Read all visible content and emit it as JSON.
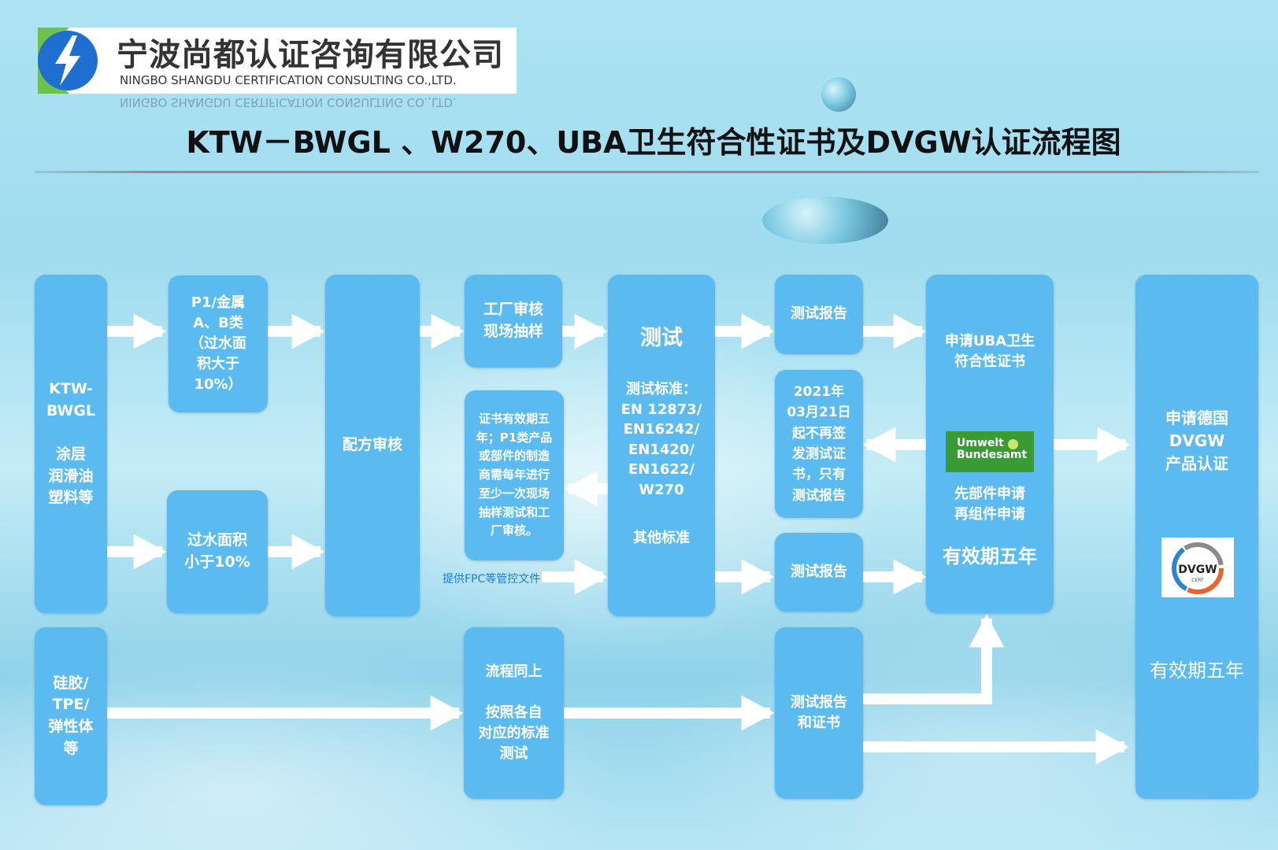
{
  "logo": {
    "company_cn": "宁波尚都认证咨询有限公司",
    "company_en": "NINGBO SHANGDU CERTIFICATION CONSULTING CO.,LTD."
  },
  "title": "KTW－BWGL 、W270、UBA卫生符合性证书及DVGW认证流程图",
  "boxes": {
    "ktw": "KTW-\nBWGL\n\n涂层\n润滑油\n塑料等",
    "silicone": "硅胶/\nTPE/\n弹性体\n等",
    "p1": "P1/金属\nA、B类\n（过水面\n积大于\n10%）",
    "lt10": "过水面积\n小于10%",
    "formula": "配方审核",
    "factory": "工厂审核\n现场抽样",
    "validity_note": "证书有效期五\n年；P1类产品\n或部件的制造\n商需每年进行\n至少一次现场\n抽样测试和工\n厂审核。",
    "same_flow": "流程同上\n\n按照各自\n对应的标准\n测试",
    "test_title": "测试",
    "test_standards": "测试标准：\nEN 12873/\nEN16242/\nEN1420/\nEN1622/\nW270",
    "test_other": "其他标准",
    "report1": "测试报告",
    "note2021": "2021年\n03月21日\n起不再签\n发测试证\n书，只有\n测试报告",
    "report2": "测试报告",
    "report_cert": "测试报告\n和证书",
    "uba_apply": "申请UBA卫生\n符合性证书",
    "uba_parts": "先部件申请\n再组件申请",
    "uba_validity": "有效期五年",
    "dvgw_apply": "申请德国\nDVGW\n产品认证",
    "dvgw_validity": "有效期五年"
  },
  "badges": {
    "uba_line1": "Umwelt",
    "uba_line2": "Bundesamt",
    "dvgw_name": "DVGW",
    "dvgw_sub": "CERT"
  },
  "fpc_label": "提供FPC等管控文件",
  "colors": {
    "box": "#5bbaf0",
    "arrow": "#ffffff",
    "uba_green": "#3a9a35"
  }
}
